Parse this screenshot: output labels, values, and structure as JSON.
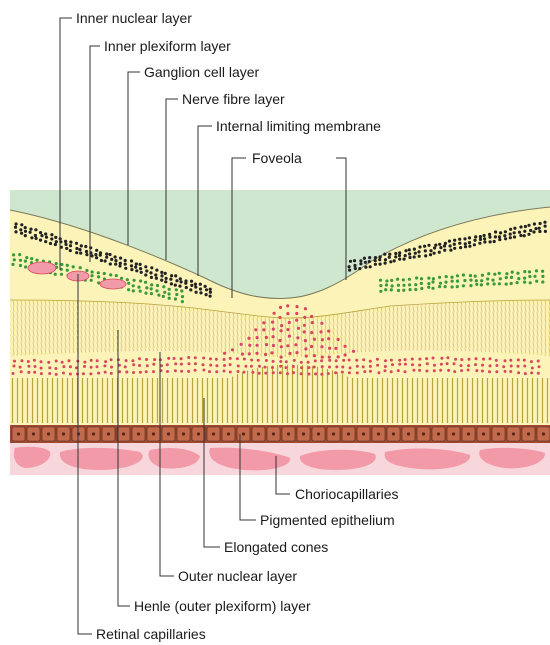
{
  "labels_top": {
    "inner_nuclear": "Inner nuclear layer",
    "inner_plexiform": "Inner plexiform layer",
    "ganglion_cell": "Ganglion cell layer",
    "nerve_fibre": "Nerve fibre layer",
    "internal_limiting": "Internal limiting membrane",
    "foveola": "Foveola"
  },
  "labels_bottom": {
    "choriocapillaries": "Choriocapillaries",
    "pigmented_epithelium": "Pigmented epithelium",
    "elongated_cones": "Elongated cones",
    "outer_nuclear": "Outer nuclear layer",
    "henle": "Henle (outer plexiform) layer",
    "retinal_capillaries": "Retinal capillaries"
  },
  "colors": {
    "vitreous": "#cfe6cf",
    "retina": "#fbf3b8",
    "fibres": "#e6d27a",
    "cones": "#c9b54a",
    "nuclei_red": "#d9465e",
    "ganglion_black": "#222222",
    "inner_nuclear_green": "#3a9a3a",
    "epithelium": "#9a4a32",
    "epithelium_dark": "#5a2818",
    "choroid": "#f7d6dc",
    "choroid_vessels": "#f29aa8",
    "leader": "#333333"
  }
}
